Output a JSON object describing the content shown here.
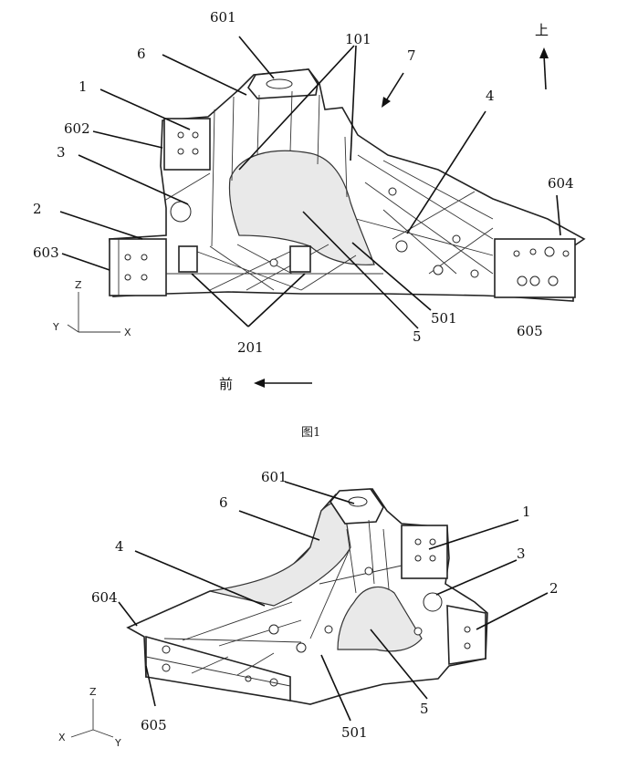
{
  "figure1": {
    "caption": "图1",
    "direction_up": "上",
    "direction_front": "前",
    "axes": {
      "z": "Z",
      "y": "Y",
      "x": "X"
    },
    "labels": {
      "l601": "601",
      "l101": "101",
      "l6": "6",
      "l7": "7",
      "l1": "1",
      "l602": "602",
      "l3": "3",
      "l4": "4",
      "l604": "604",
      "l2": "2",
      "l603": "603",
      "l501": "501",
      "l5": "5",
      "l605": "605",
      "l201": "201"
    }
  },
  "figure2": {
    "axes": {
      "z": "Z",
      "y": "Y",
      "x": "X"
    },
    "labels": {
      "l601": "601",
      "l1": "1",
      "l6": "6",
      "l3": "3",
      "l4": "4",
      "l2": "2",
      "l604": "604",
      "l605": "605",
      "l5": "5",
      "l501": "501"
    }
  }
}
